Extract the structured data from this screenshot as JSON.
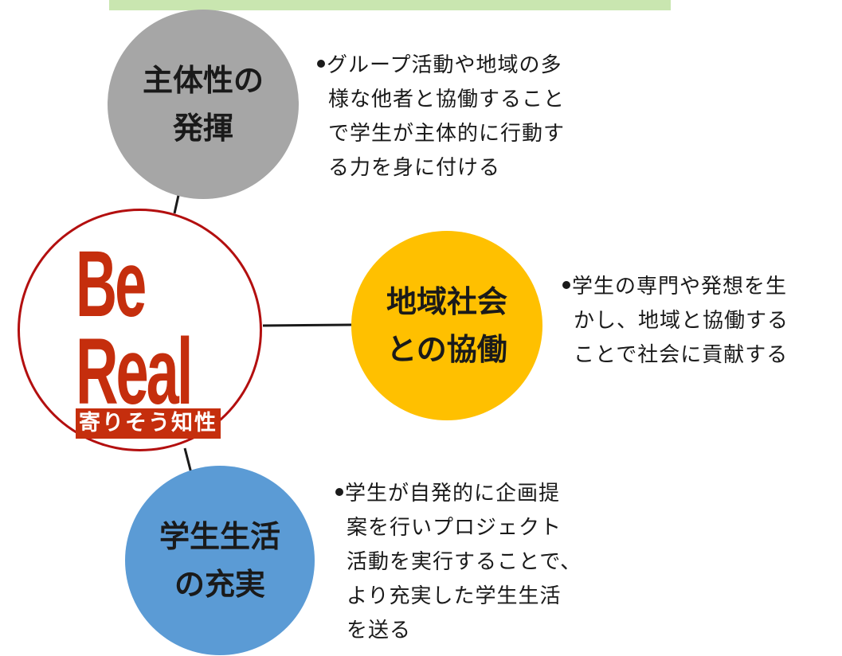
{
  "colors": {
    "top_bar": "#c9e6b0",
    "gray_circle": "#a6a6a6",
    "yellow_circle": "#ffc000",
    "blue_circle": "#5b9bd5",
    "logo_red": "#c52e0d",
    "logo_border": "#b30f0f"
  },
  "logo": {
    "line1": "Be",
    "line2": "Real",
    "tagline": "寄りそう知性"
  },
  "nodes": {
    "initiative": {
      "title_line1": "主体性の",
      "title_line2": "発揮",
      "description": [
        "グループ活動や地域の多",
        "様な他者と協働すること",
        "で学生が主体的に行動す",
        "る力を身に付ける"
      ]
    },
    "community": {
      "title_line1": "地域社会",
      "title_line2": "との協働",
      "description": [
        "学生の専門や発想を生",
        "かし、地域と協働する",
        "ことで社会に貢献する"
      ]
    },
    "student_life": {
      "title_line1": "学生生活",
      "title_line2": "の充実",
      "description": [
        "学生が自発的に企画提",
        "案を行いプロジェクト",
        "活動を実行することで、",
        "より充実した学生生活",
        "を送る"
      ]
    }
  }
}
